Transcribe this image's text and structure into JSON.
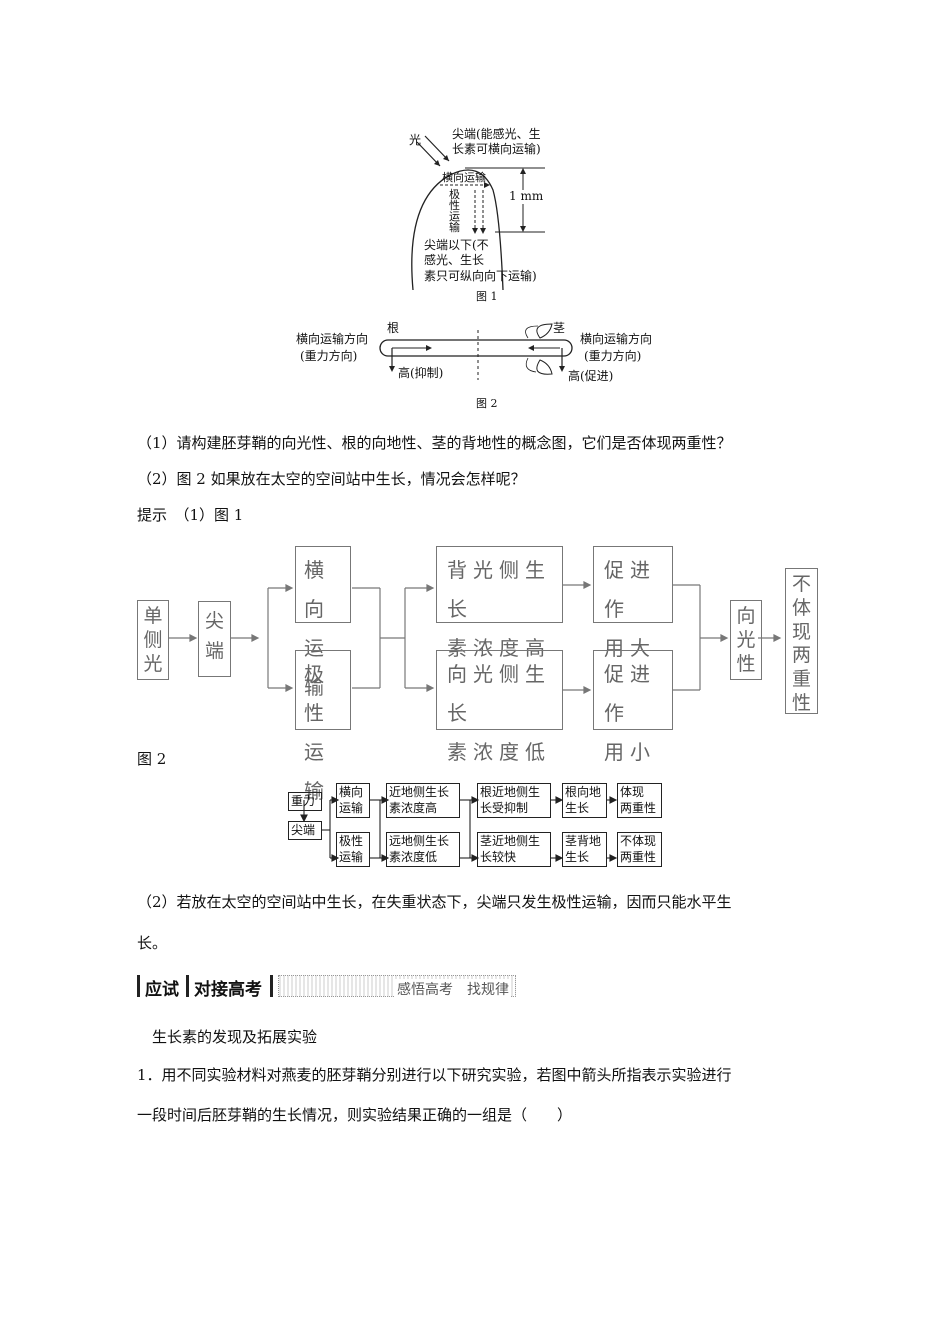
{
  "fig1": {
    "light": "光",
    "tip_desc_1": "尖端(能感光、生",
    "tip_desc_2": "长素可横向运输)",
    "transverse": "横向运输",
    "polar": [
      "极",
      "性",
      "运",
      "输"
    ],
    "length": "1 mm",
    "below_1": "尖端以下(不",
    "below_2": "感光、生长",
    "below_3": "素只可纵向向下运输)",
    "caption": "图 1"
  },
  "fig2": {
    "root": "根",
    "stem": "茎",
    "left_dir_1": "横向运输方向",
    "left_dir_2": "(重力方向)",
    "right_dir_1": "横向运输方向",
    "right_dir_2": "(重力方向)",
    "left_high": "高(抑制)",
    "right_high": "高(促进)",
    "caption": "图 2"
  },
  "questions": {
    "q1": "（1）请构建胚芽鞘的向光性、根的向地性、茎的背地性的概念图，它们是否体现两重性？",
    "q2": "（2）图 2 如果放在太空的空间站中生长，情况会怎样呢？",
    "hint": "提示　（1）图 1"
  },
  "concept1": {
    "single_light": "单侧光",
    "tip": "尖端",
    "transverse_1": "横向",
    "transverse_2": "运输",
    "polar_1": "极性",
    "polar_2": "运输",
    "back_1": "背光侧生长",
    "back_2": "素浓度高",
    "front_1": "向光侧生长",
    "front_2": "素浓度低",
    "promote_big_1": "促进作",
    "promote_big_2": "用大",
    "promote_small_1": "促进作",
    "promote_small_2": "用小",
    "phototropism": "向光性",
    "no_duality": "不体现两重性"
  },
  "fig2_label": "图 2",
  "concept2": {
    "gravity": "重力",
    "tip": "尖端",
    "transverse": [
      "横向",
      "运输"
    ],
    "polar": [
      "极性",
      "运输"
    ],
    "near": [
      "近地侧生长",
      "素浓度高"
    ],
    "far": [
      "远地侧生长",
      "素浓度低"
    ],
    "root_near": [
      "根近地侧生",
      "长受抑制"
    ],
    "stem_near": [
      "茎近地侧生",
      "长较快"
    ],
    "root_geo": [
      "根向地",
      "生长"
    ],
    "stem_geo": [
      "茎背地",
      "生长"
    ],
    "duality": [
      "体现",
      "两重性"
    ],
    "no_duality": [
      "不体现",
      "两重性"
    ]
  },
  "answer2_line1": "（2）若放在太空的空间站中生长，在失重状态下，尖端只发生极性运输，因而只能水平生",
  "answer2_line2": "长。",
  "banner": {
    "tag1": "应试",
    "tag2": "对接高考",
    "right": "感悟高考　找规律"
  },
  "section_title": "生长素的发现及拓展实验",
  "problem1_line1": "1．用不同实验材料对燕麦的胚芽鞘分别进行以下研究实验，若图中箭头所指表示实验进行",
  "problem1_line2": "一段时间后胚芽鞘的生长情况，则实验结果正确的一组是（　　）"
}
